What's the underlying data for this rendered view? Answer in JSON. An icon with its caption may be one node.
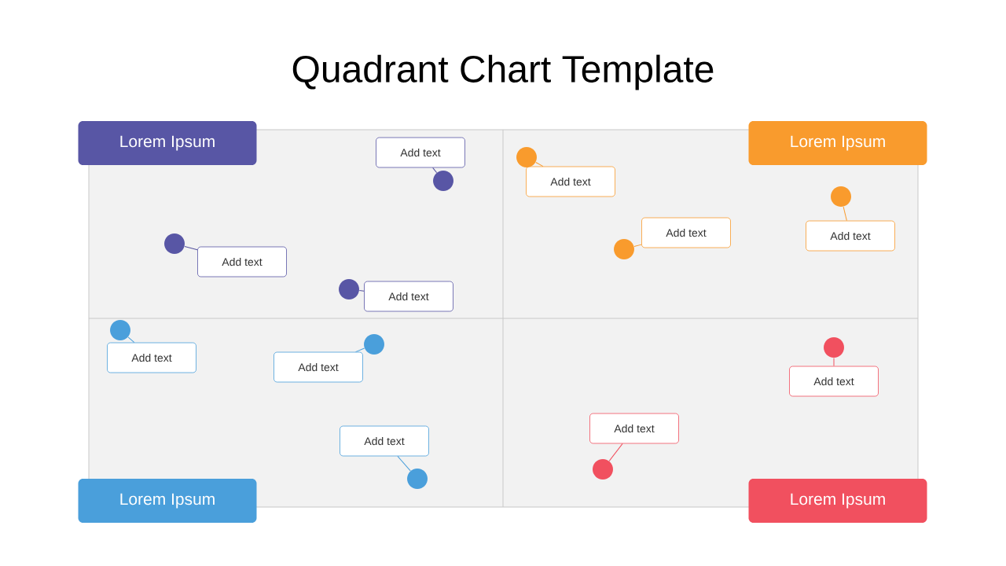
{
  "diagram": {
    "title": "Quadrant Chart Template",
    "nodes": [
      {
        "text": [
          "Lorem Ipsum"
        ]
      },
      {
        "text": [
          "Lorem Ipsum"
        ]
      },
      {
        "text": [
          "Lorem Ipsum"
        ]
      },
      {
        "text": [
          "Lorem Ipsum"
        ]
      },
      {
        "text": [
          "Add text"
        ]
      },
      {
        "text": [],
        "shape": "circle"
      },
      {
        "text": [
          "Add text"
        ]
      },
      {
        "text": [],
        "shape": "circle"
      },
      {
        "text": [
          "Add text"
        ]
      },
      {
        "text": [],
        "shape": "circle"
      },
      {
        "text": [
          "Add text"
        ]
      },
      {
        "text": [],
        "shape": "circle"
      },
      {
        "text": [
          "Add text"
        ]
      },
      {
        "text": [],
        "shape": "circle"
      },
      {
        "text": [
          "Add text"
        ]
      },
      {
        "text": [],
        "shape": "circle"
      },
      {
        "text": [
          "Add text"
        ]
      },
      {
        "text": [],
        "shape": "circle"
      },
      {
        "text": [
          "Add text"
        ]
      },
      {
        "text": [],
        "shape": "circle"
      },
      {
        "text": [
          "Add text"
        ]
      },
      {
        "text": [],
        "shape": "circle"
      },
      {
        "text": [
          "Add text"
        ]
      },
      {
        "text": [],
        "shape": "circle"
      },
      {
        "text": [
          "Add text"
        ]
      },
      {
        "text": [],
        "shape": "circle"
      }
    ],
    "edges": [
      {
        "from": 4,
        "to": 5,
        "arrow": "none",
        "color": "#56539f"
      },
      {
        "from": 6,
        "to": 7,
        "arrow": "none",
        "color": "#56539f"
      },
      {
        "from": 8,
        "to": 9,
        "arrow": "none",
        "color": "#56539f"
      },
      {
        "from": 10,
        "to": 11,
        "arrow": "none",
        "color": "#f99b2d"
      },
      {
        "from": 12,
        "to": 13,
        "arrow": "none",
        "color": "#f99b2d"
      },
      {
        "from": 14,
        "to": 15,
        "arrow": "none",
        "color": "#f99b2d"
      },
      {
        "from": 16,
        "to": 17,
        "arrow": "none",
        "color": "#4a9fdb"
      },
      {
        "from": 18,
        "to": 19,
        "arrow": "none",
        "color": "#4a9fdb"
      },
      {
        "from": 20,
        "to": 21,
        "arrow": "none",
        "color": "#4a9fdb"
      },
      {
        "from": 22,
        "to": 23,
        "arrow": "none",
        "color": "#f1505f"
      },
      {
        "from": 24,
        "to": 25,
        "arrow": "none",
        "color": "#f1505f"
      }
    ]
  }
}
